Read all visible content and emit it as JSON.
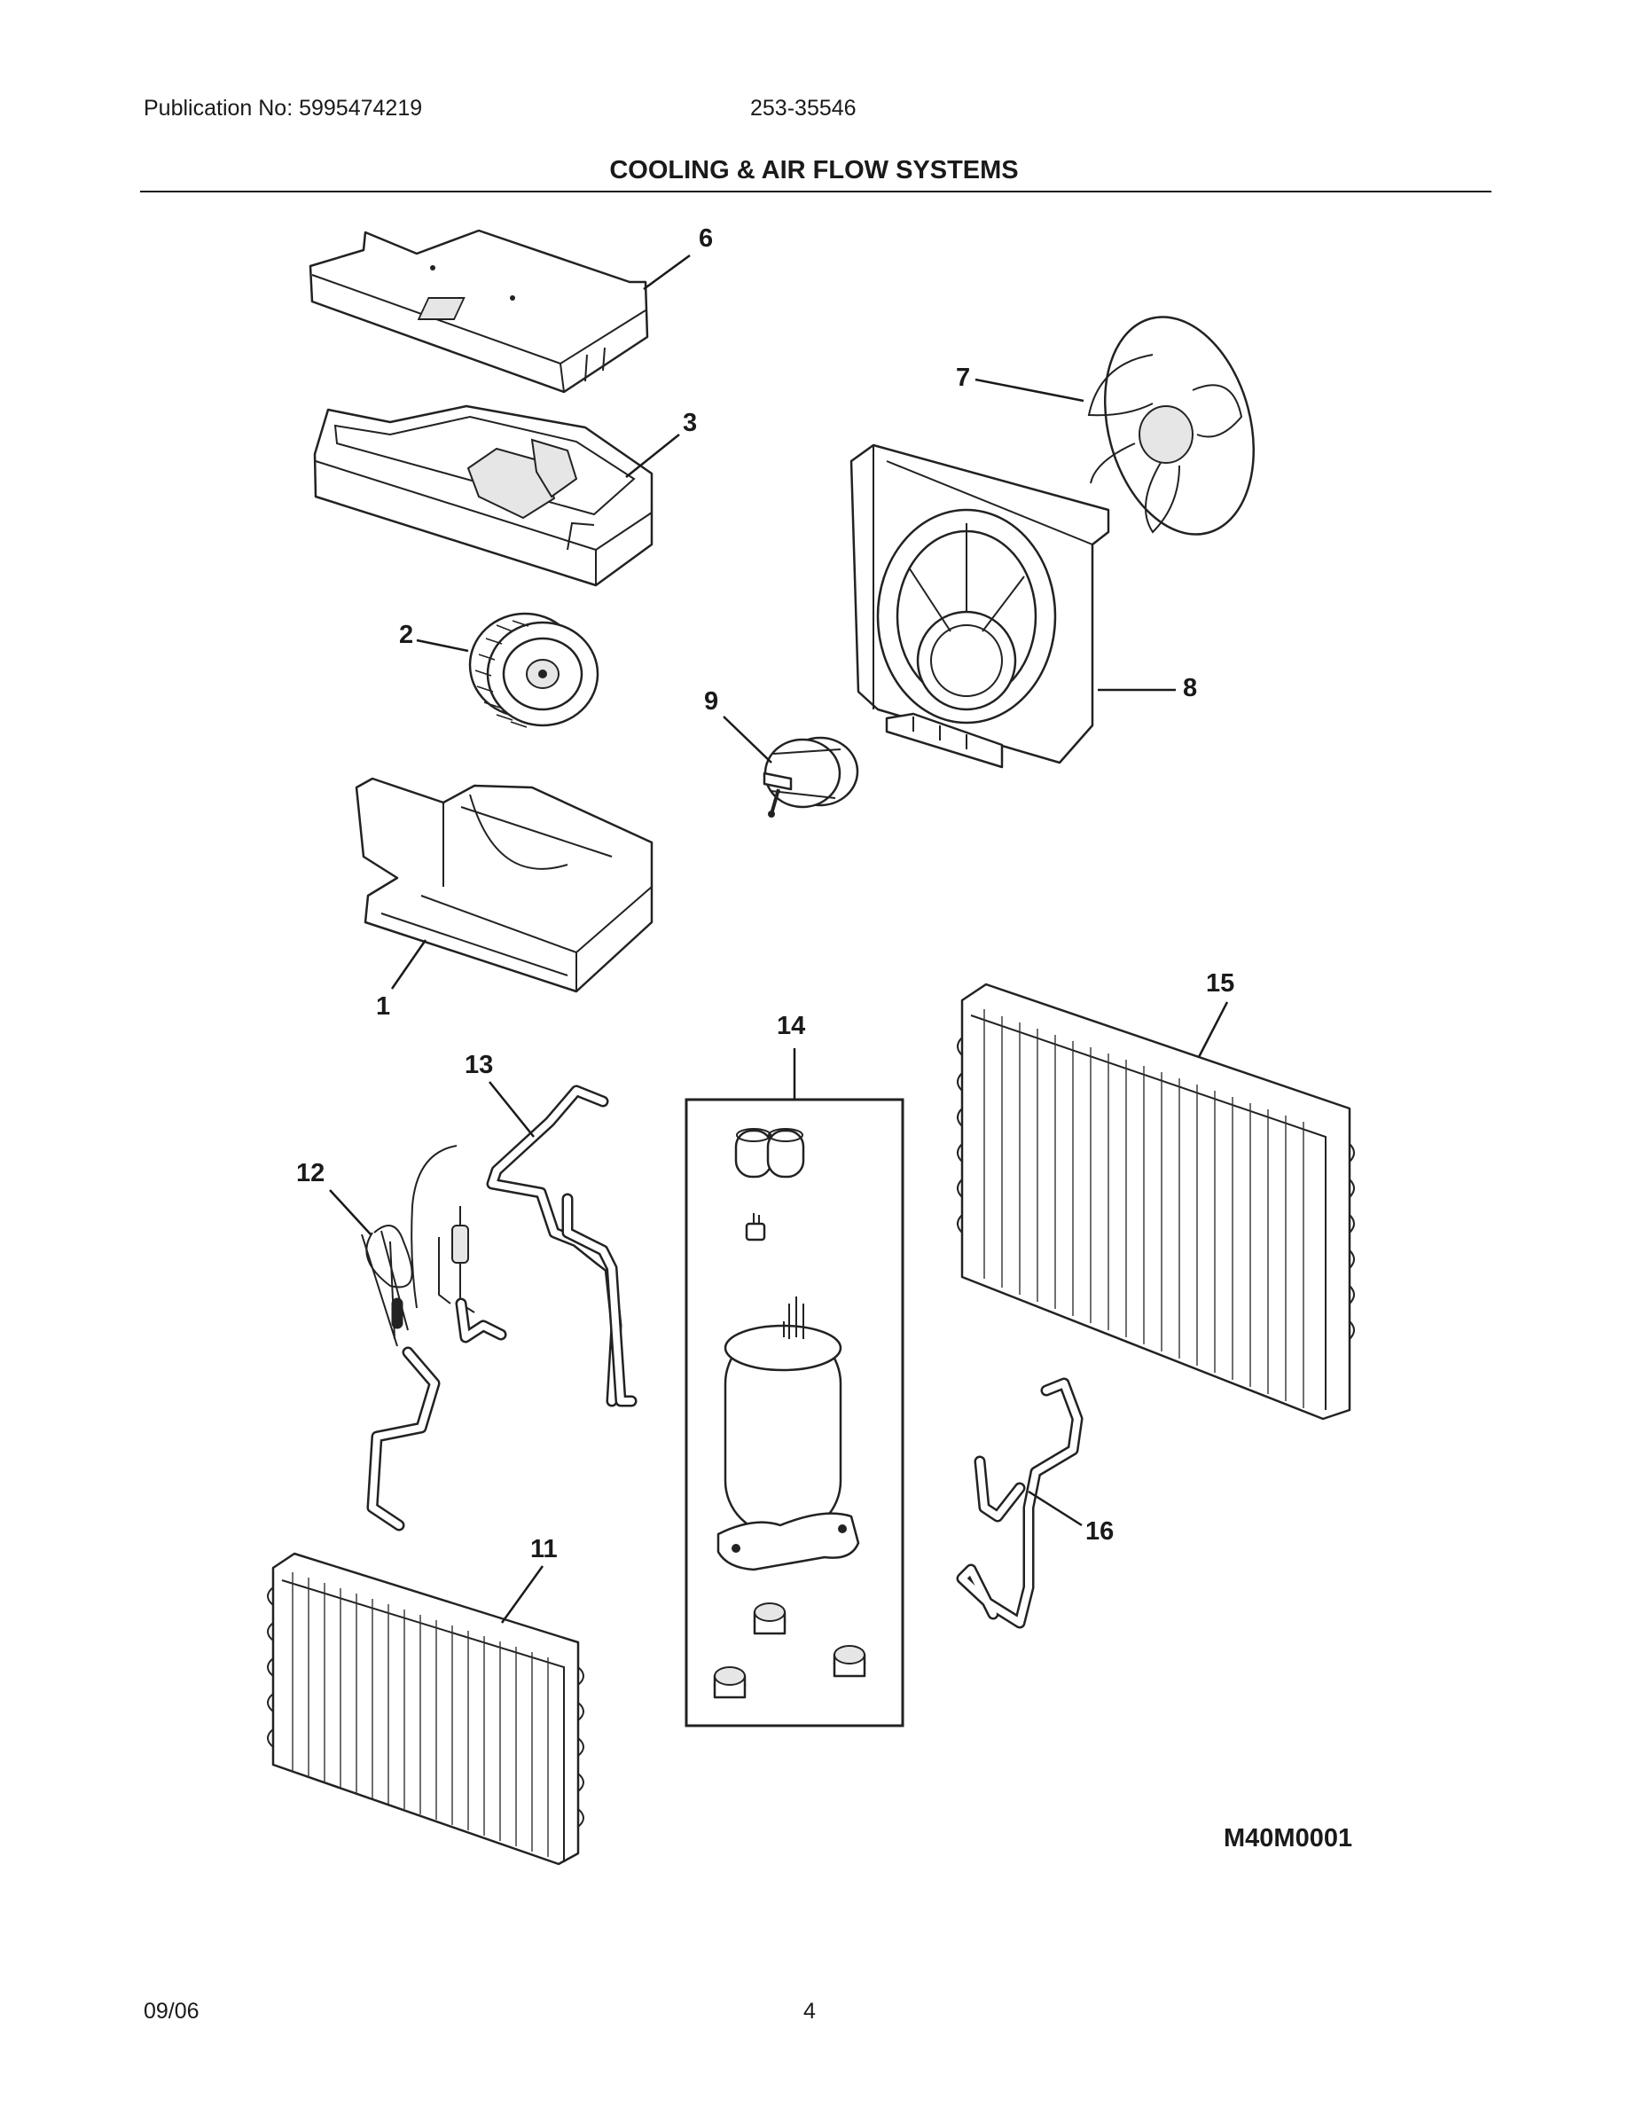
{
  "header": {
    "publication": "Publication No: 5995474219",
    "model": "253-35546",
    "title": "COOLING & AIR FLOW SYSTEMS"
  },
  "footer": {
    "date": "09/06",
    "page": "4"
  },
  "drawing_code": "M40M0001",
  "callouts": {
    "p1": "1",
    "p2": "2",
    "p3": "3",
    "p6": "6",
    "p7": "7",
    "p8": "8",
    "p9": "9",
    "p11": "11",
    "p12": "12",
    "p13": "13",
    "p14": "14",
    "p15": "15",
    "p16": "16"
  }
}
